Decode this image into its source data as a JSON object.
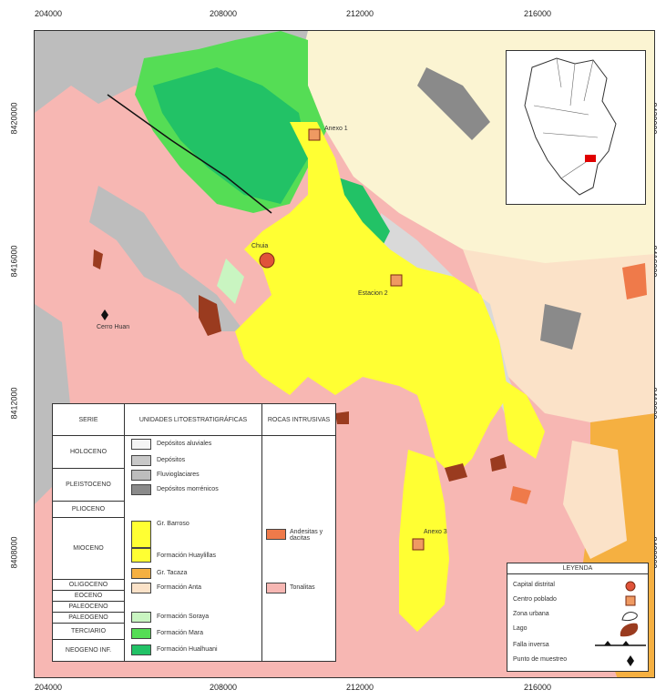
{
  "axes": {
    "x_ticks": [
      "204000",
      "208000",
      "212000",
      "216000"
    ],
    "y_ticks": [
      "8420000",
      "8416000",
      "8412000",
      "8408000"
    ]
  },
  "map_labels": {
    "town_1": "Anexo 1",
    "town_center": "Chuia",
    "town_2": "Estacion 2",
    "town_3": "Anexo 3",
    "peak": "Cerro Huan"
  },
  "legend": {
    "headers": {
      "era": "SERIE",
      "units": "UNIDADES LITOESTRATIGRÁFICAS",
      "intrusive": "ROCAS INTRUSIVAS"
    },
    "eras": [
      "HOLOCENO",
      "PLEISTOCENO",
      "PLIOCENO",
      "MIOCENO",
      "OLIGOCENO",
      "EOCENO",
      "PALEOCENO",
      "PALEOGENO",
      "TERCIARIO",
      "NEOGENO INF."
    ],
    "units": [
      {
        "label": "Depósitos aluviales",
        "color": "#f4f4f4"
      },
      {
        "label": "Depósitos",
        "color": "#c8c8c8"
      },
      {
        "label": "Fluvioglaciares",
        "color": "#bdbdbd"
      },
      {
        "label": "Depósitos morrénicos",
        "color": "#8a8a8a"
      },
      {
        "label": "Gr. Barroso",
        "color": "#ffff33"
      },
      {
        "label": "Formación Huaylillas",
        "color": "#ffff33"
      },
      {
        "label": "Gr. Tacaza",
        "color": "#f5b041"
      },
      {
        "label": "Formación Anta",
        "color": "#fbe2c8"
      },
      {
        "label": "Formación Soraya",
        "color": "#c9f5c1"
      },
      {
        "label": "Formación Mara",
        "color": "#55dd55"
      },
      {
        "label": "Formación Hualhuani",
        "color": "#22c266"
      }
    ],
    "intrusive": [
      {
        "label": "Andesitas y dacitas",
        "color": "#ef7a4a"
      },
      {
        "label": "Tonalitas",
        "color": "#f7b7b3"
      }
    ]
  },
  "symbols": {
    "title": "LEYENDA",
    "items": [
      "Capital distrital",
      "Centro poblado",
      "Zona urbana",
      "Lago",
      "Falla inversa",
      "Punto de muestreo"
    ]
  },
  "colors": {
    "base_pink": "#f7b7b3",
    "yellow": "#ffff33",
    "green": "#22c266",
    "grey": "#b3b3b3",
    "cream": "#fbf4d2",
    "peach": "#fbe2c8",
    "orange": "#f5b041",
    "brown": "#9a3b1f",
    "town_red": "#e0533a",
    "town_orange": "#ef9a62"
  }
}
